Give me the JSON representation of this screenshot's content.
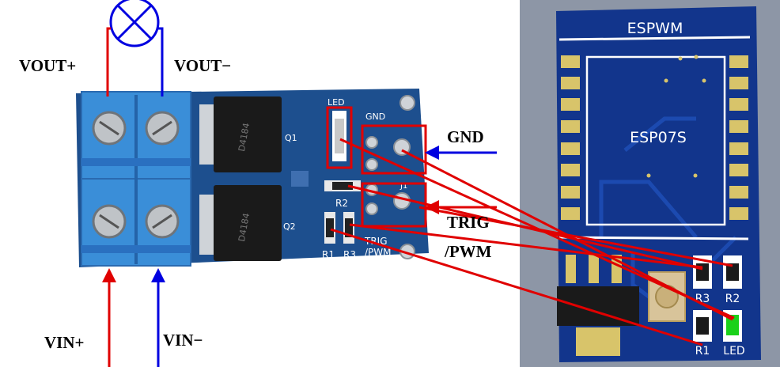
{
  "labels": {
    "vout_plus": "VOUT+",
    "vout_minus": "VOUT−",
    "vin_plus": "VIN+",
    "vin_minus": "VIN−",
    "gnd": "GND",
    "trig": "TRIG",
    "pwm": "/PWM"
  },
  "module_silk": {
    "led": "LED",
    "gnd": "GND",
    "q1": "Q1",
    "q2": "Q2",
    "r2": "R2",
    "r1": "R1",
    "r3": "R3",
    "trig": "TRIG",
    "pwm": "/PWM",
    "j1": "J1",
    "chip1": "D4184",
    "chip2": "D4184"
  },
  "pcb": {
    "title": "ESPWM",
    "module": "ESP07S",
    "r3": "R3",
    "r2": "R2",
    "r1": "R1",
    "led": "LED"
  },
  "colors": {
    "red": "#e00000",
    "blue": "#0000e0",
    "board_blue": "#1d4f8e",
    "terminal_blue": "#3a8ed8",
    "pcb_bg": "#12358c",
    "pcb_gray": "#8d96a6"
  },
  "icons": {
    "lamp": "lamp-icon"
  }
}
